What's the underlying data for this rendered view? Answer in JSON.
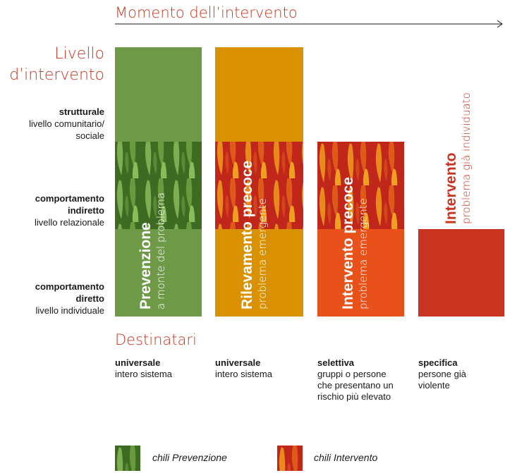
{
  "header": {
    "moment_title": "Momento dell’intervento",
    "level_title_line1": "Livello",
    "level_title_line2": "d’intervento"
  },
  "levels": [
    {
      "bold": "strutturale",
      "text_lines": [
        "livello comunitario/",
        "sociale"
      ]
    },
    {
      "bold_lines": [
        "comportamento",
        "indiretto"
      ],
      "text": "livello relazionale"
    },
    {
      "bold_lines": [
        "comportamento",
        "diretto"
      ],
      "text": "livello individuale"
    }
  ],
  "columns": [
    {
      "title": "Prevenzione",
      "subtitle": "a monte del problema",
      "color": "#6e9a48",
      "pattern": "chili Prevenzione"
    },
    {
      "title": "Rilevamento precoce",
      "subtitle": "problema emergente",
      "color": "#d99100",
      "pattern": "chili Intervento"
    },
    {
      "title": "Intervento precoce",
      "subtitle": "problema emergente",
      "color": "#e8521a",
      "pattern": "chili Intervento"
    },
    {
      "title": "Intervento",
      "subtitle": "problema già individuato",
      "color": "#c8341f"
    }
  ],
  "destinatari": {
    "title": "Destinatari",
    "items": [
      {
        "bold": "universale",
        "lines": [
          "intero sistema"
        ]
      },
      {
        "bold": "universale",
        "lines": [
          "intero sistema"
        ]
      },
      {
        "bold": "selettiva",
        "lines": [
          "gruppi o persone",
          "che presentano un",
          "rischio più elevato"
        ]
      },
      {
        "bold": "specifica",
        "lines": [
          "persone già",
          "violente"
        ]
      }
    ]
  },
  "legend": [
    {
      "label": "chili Prevenzione"
    },
    {
      "label": "chili Intervento"
    }
  ]
}
